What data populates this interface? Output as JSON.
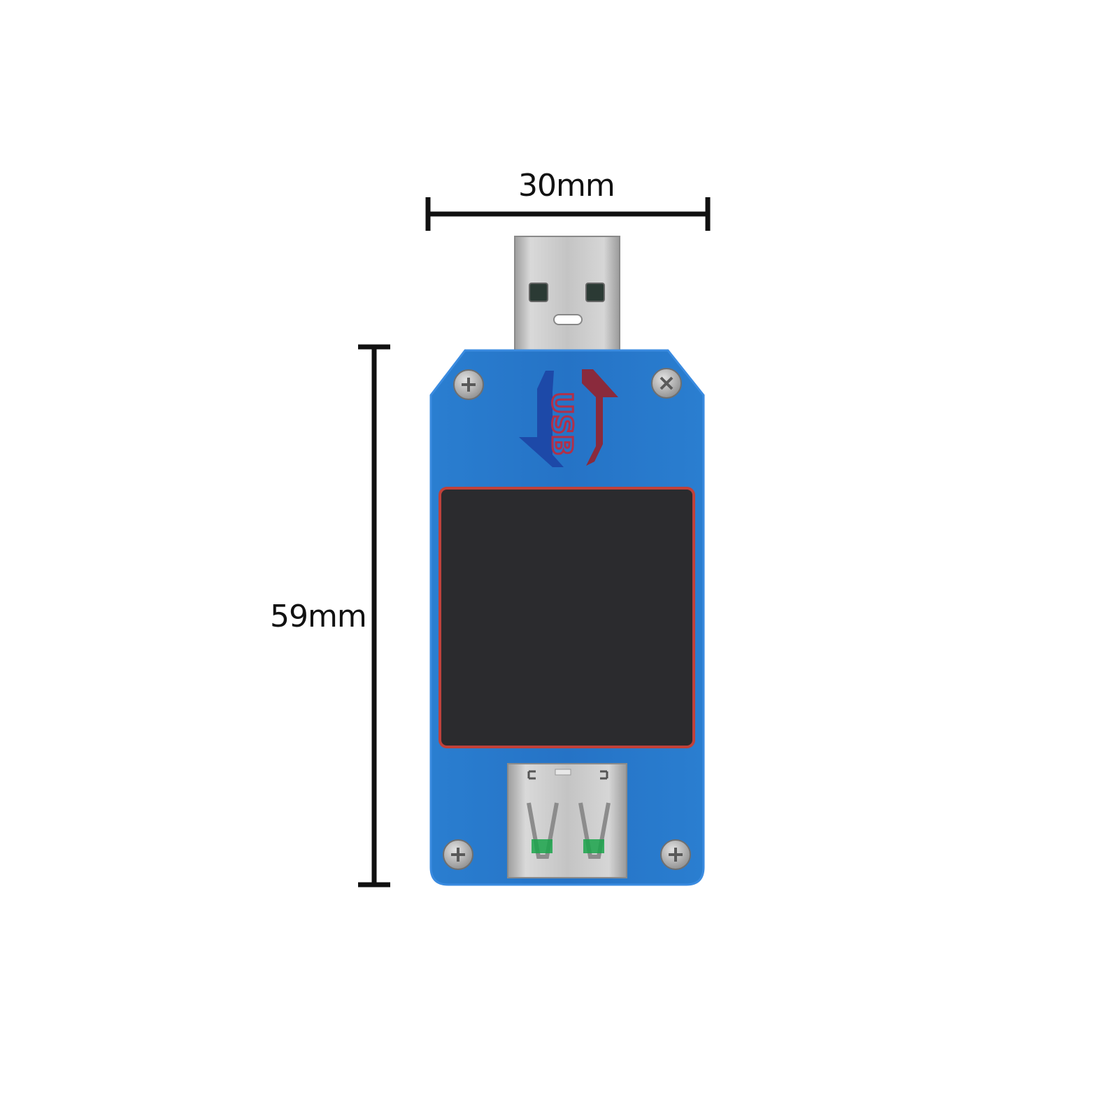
{
  "dimensions": {
    "width_label": "30mm",
    "height_label": "59mm"
  },
  "logo": {
    "text": "USB"
  },
  "colors": {
    "body": "#2777c9",
    "body_edge": "#3a8be0",
    "screen": "#2b2b2e",
    "screen_border": "#c0413a",
    "metal": "#c9c9c9",
    "logo_blue": "#1d49a8",
    "logo_red": "#8a2a3c",
    "dimension_line": "#111111"
  },
  "icons": [
    "screw-icon",
    "usb-logo-icon",
    "usb-a-male-plug",
    "usb-a-female-port"
  ]
}
